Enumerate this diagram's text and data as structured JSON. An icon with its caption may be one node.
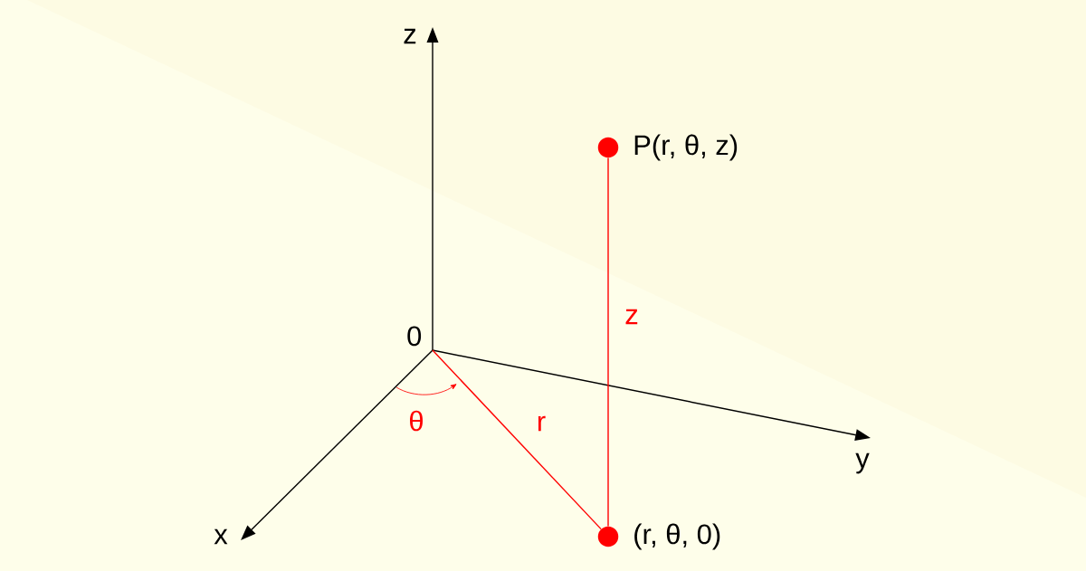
{
  "diagram": {
    "nodes": [
      {
        "text": [
          "0"
        ]
      },
      {
        "text": [],
        "shape": "circle",
        "beside": [
          "P(r, θ, z)"
        ]
      },
      {
        "text": [],
        "shape": "circle",
        "beside": [
          "(r, θ, 0)"
        ]
      }
    ],
    "edges": [
      {
        "from": 0,
        "to": 2,
        "arrow": "none",
        "label": "r"
      },
      {
        "from": 1,
        "to": 2,
        "arrow": "none",
        "label": "z"
      }
    ],
    "labels": [
      "z",
      "θ",
      "y",
      "x"
    ]
  }
}
